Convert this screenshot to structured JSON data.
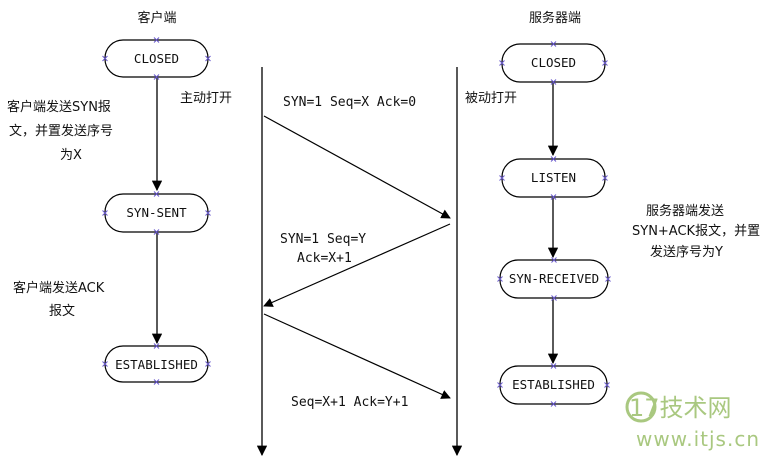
{
  "headers": {
    "client": "客户端",
    "server": "服务器端"
  },
  "client_states": [
    "CLOSED",
    "SYN-SENT",
    "ESTABLISHED"
  ],
  "server_states": [
    "CLOSED",
    "LISTEN",
    "SYN-RECEIVED",
    "ESTABLISHED"
  ],
  "labels": {
    "active_open": "主动打开",
    "passive_open": "被动打开",
    "client_note_1": [
      "客户端发送SYN报",
      "文，并置发送序号",
      "为X"
    ],
    "client_note_2": [
      "客户端发送ACK",
      "报文"
    ],
    "server_note": [
      "服务器端发送",
      "SYN+ACK报文，并置",
      "发送序号为Y"
    ]
  },
  "messages": {
    "m1": [
      "SYN=1 Seq=X Ack=0"
    ],
    "m2": [
      "SYN=1 Seq=Y",
      "Ack=X+1"
    ],
    "m3": [
      "Seq=X+1 Ack=Y+1"
    ]
  },
  "watermark": {
    "logo": "17技术网",
    "url": "www.itjs.cn"
  },
  "colors": {
    "line": "#000000",
    "state_border": "#000000",
    "handle": "#6a5acd",
    "watermark": "#9bbf6a"
  }
}
